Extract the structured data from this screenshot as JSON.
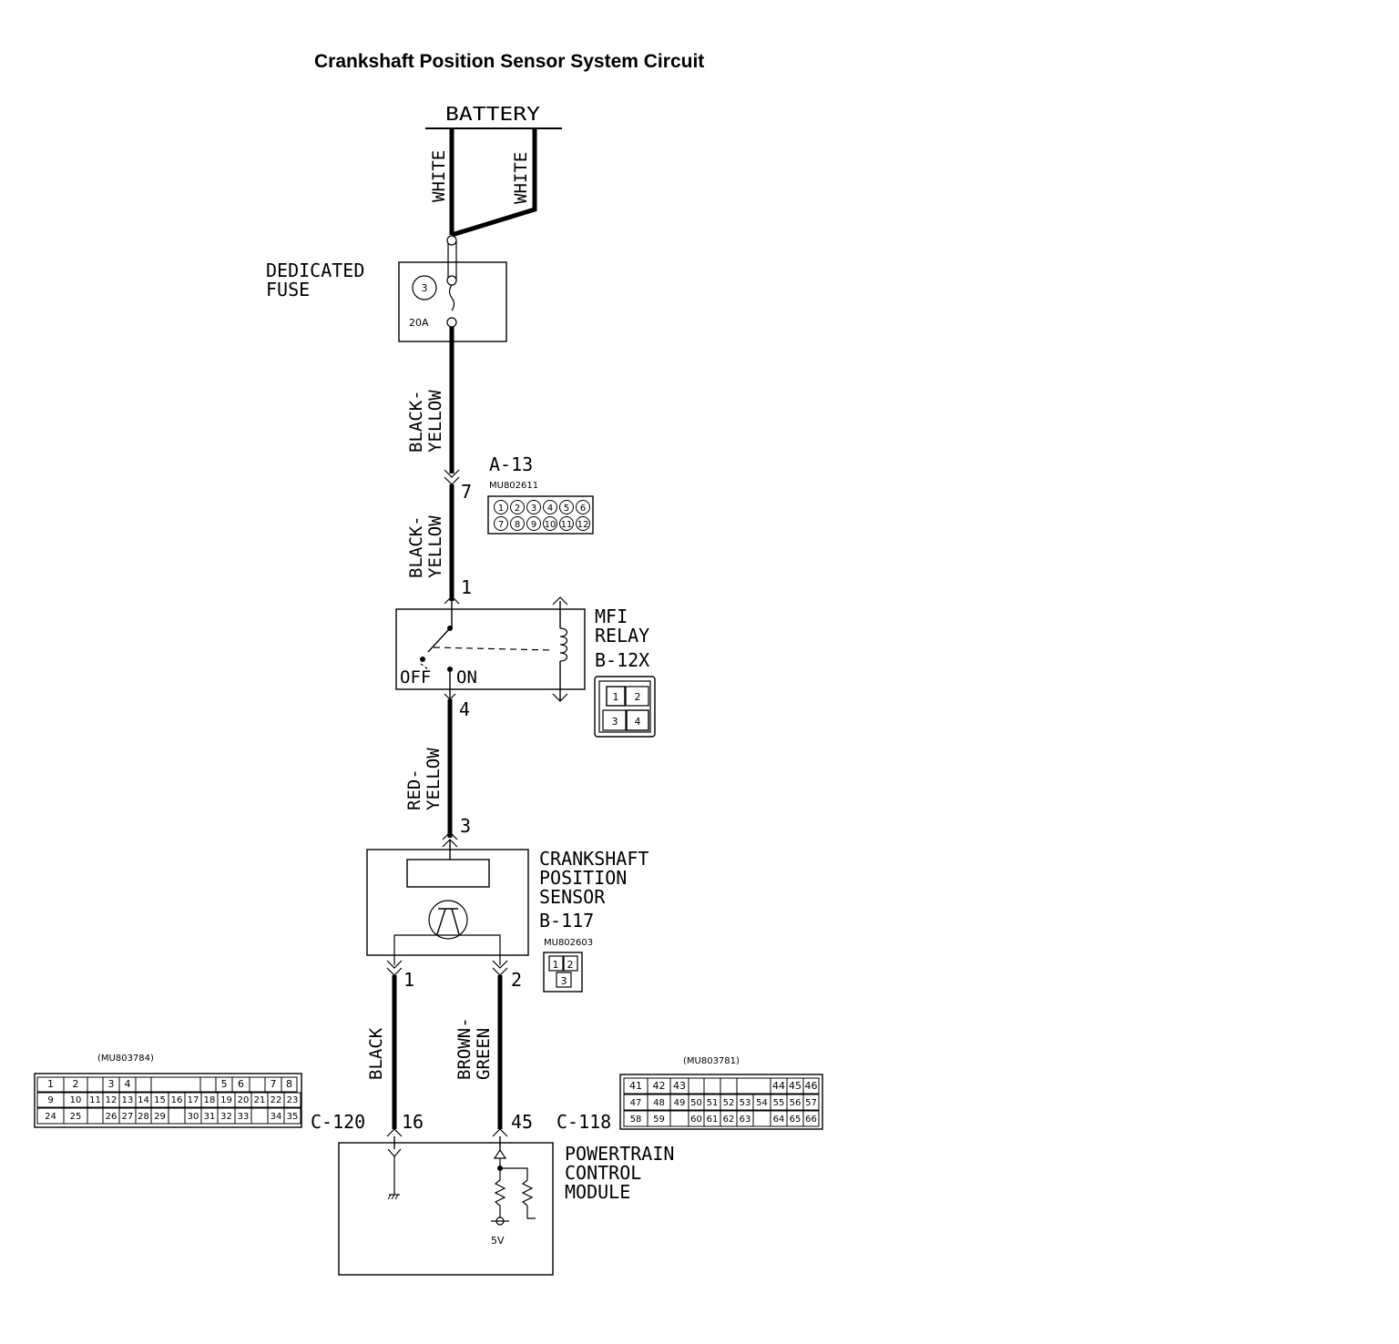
{
  "title": "Crankshaft Position Sensor System Circuit",
  "battery": {
    "label": "BATTERY",
    "wire_left": "WHITE",
    "wire_right": "WHITE"
  },
  "fuse": {
    "label_line1": "DEDICATED",
    "label_line2": "FUSE",
    "number": "3",
    "rating": "20A"
  },
  "wire_fuse_a13": {
    "line1": "BLACK-",
    "line2": "YELLOW"
  },
  "connector_a13": {
    "id": "A-13",
    "part": "MU802611",
    "pin": "7",
    "row1": [
      "1",
      "2",
      "3",
      "4",
      "5",
      "6"
    ],
    "row2": [
      "7",
      "8",
      "9",
      "10",
      "11",
      "12"
    ]
  },
  "wire_a13_relay": {
    "line1": "BLACK-",
    "line2": "YELLOW"
  },
  "relay": {
    "label_line1": "MFI",
    "label_line2": "RELAY",
    "connector": "B-12X",
    "pin_in": "1",
    "pin_out": "4",
    "off_label": "OFF",
    "on_label": "ON",
    "grid": [
      "1",
      "2",
      "3",
      "4"
    ]
  },
  "wire_relay_sensor": {
    "line1": "RED-",
    "line2": "YELLOW"
  },
  "sensor": {
    "label_line1": "CRANKSHAFT",
    "label_line2": "POSITION",
    "label_line3": "SENSOR",
    "connector": "B-117",
    "part": "MU802603",
    "pin_in": "3",
    "pin_left": "1",
    "pin_right": "2",
    "grid": [
      "1",
      "2",
      "3"
    ]
  },
  "wire_black": {
    "line1": "BLACK"
  },
  "wire_brown_green": {
    "line1": "BROWN-",
    "line2": "GREEN"
  },
  "connector_c120": {
    "id": "C-120",
    "part": "(MU803784)",
    "pin": "16",
    "row1": [
      "1",
      "2",
      "",
      "3",
      "4",
      "",
      "",
      "",
      "5",
      "6",
      "",
      "7",
      "8"
    ],
    "row2": [
      "9",
      "10",
      "11",
      "12",
      "13",
      "14",
      "15",
      "16",
      "17",
      "18",
      "19",
      "20",
      "21",
      "22",
      "23"
    ],
    "row3": [
      "24",
      "25",
      "",
      "26",
      "27",
      "28",
      "29",
      "",
      "30",
      "31",
      "32",
      "33",
      "",
      "34",
      "35"
    ]
  },
  "connector_c118": {
    "id": "C-118",
    "part": "(MU803781)",
    "pin": "45",
    "row1": [
      "41",
      "42",
      "43",
      "",
      "",
      "",
      "",
      "44",
      "45",
      "46"
    ],
    "row2": [
      "47",
      "48",
      "49",
      "50",
      "51",
      "52",
      "53",
      "54",
      "55",
      "56",
      "57"
    ],
    "row3": [
      "58",
      "59",
      "",
      "60",
      "61",
      "62",
      "63",
      "",
      "64",
      "65",
      "66"
    ]
  },
  "pcm": {
    "label_line1": "POWERTRAIN",
    "label_line2": "CONTROL",
    "label_line3": "MODULE",
    "voltage": "5V"
  }
}
